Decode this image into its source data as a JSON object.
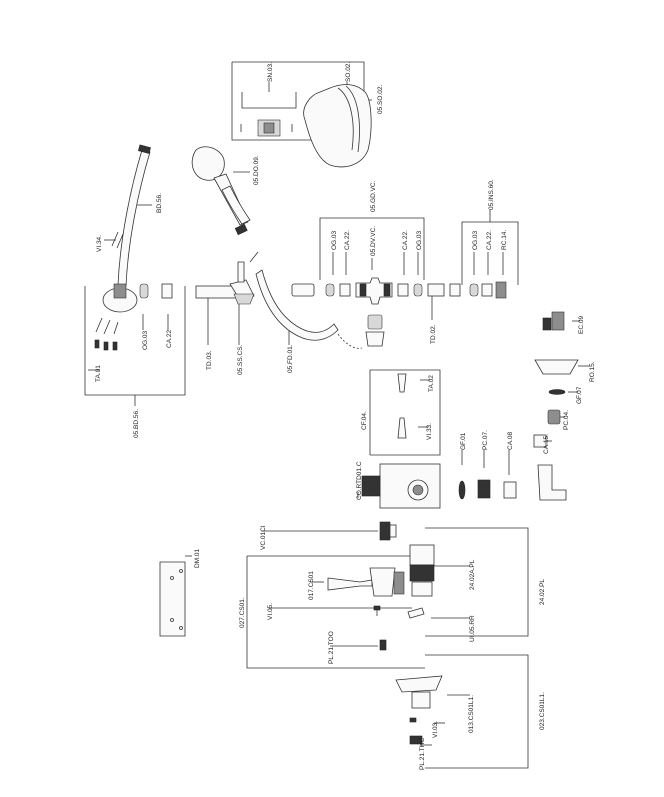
{
  "labels": {
    "L05SO02": "05.SO.02.",
    "LSN03": "SN.03.",
    "LSO02": "SO.02.",
    "L05DO09": "05.DO.09.",
    "LBD56": "BD.56.",
    "LVI34": "VI.34.",
    "LTA01": "TA.01",
    "LOG03a": "OG.03",
    "LCA22a": "CA.22",
    "L05BD56": "05.BD.56.",
    "LTD03": "TD.03.",
    "L05SSCS": "05.SS.CS.",
    "L05FD01": "05.FD.01.",
    "L05GDVC": "05.GD.VC.",
    "LOG03b": "OG.03",
    "LCA22b": "CA.22.",
    "L05DVVC": "05.DV.VC.",
    "LCA22c": "CA.22.",
    "LOG03c": "OG.03",
    "LTD02": "TD.02.",
    "L05INS60": "05.INS.60.",
    "LOG03d": "OG.03",
    "LCA22d": "CA.22.",
    "LRC14": "RC.14.",
    "LEC09": "EC.09",
    "LRO15": "RO.15.",
    "LGF07a": "GF.07",
    "LPC04": "PC.04.",
    "LCA15": "CA.15.",
    "LCF04": "CF.04.",
    "LTA02": "TA.02",
    "LVI33": "VI.33.",
    "LGF01": "GF.01",
    "LPC07": "PC.07.",
    "LCA08": "CA.08",
    "LCORTD": "CO.RTD01.C",
    "LDM01": "DM.01",
    "LVC01CI": "VC.01CI",
    "L027CS01": "027.CS01.",
    "L017CS01": "017.CS01",
    "LVI05": "VI.05.",
    "LPL21TOO": "PL.21.TOO",
    "L2402APL": "24.02A.PL",
    "L2402PL": "24.02.PL",
    "LUI05RR": "UI.05.RR",
    "L013CS01L1": "013.CS01L1.",
    "L023CS01L1": "023.CS01L1.",
    "LVI03": "VI.03.",
    "LPL21THC": "PL.21.THC"
  }
}
